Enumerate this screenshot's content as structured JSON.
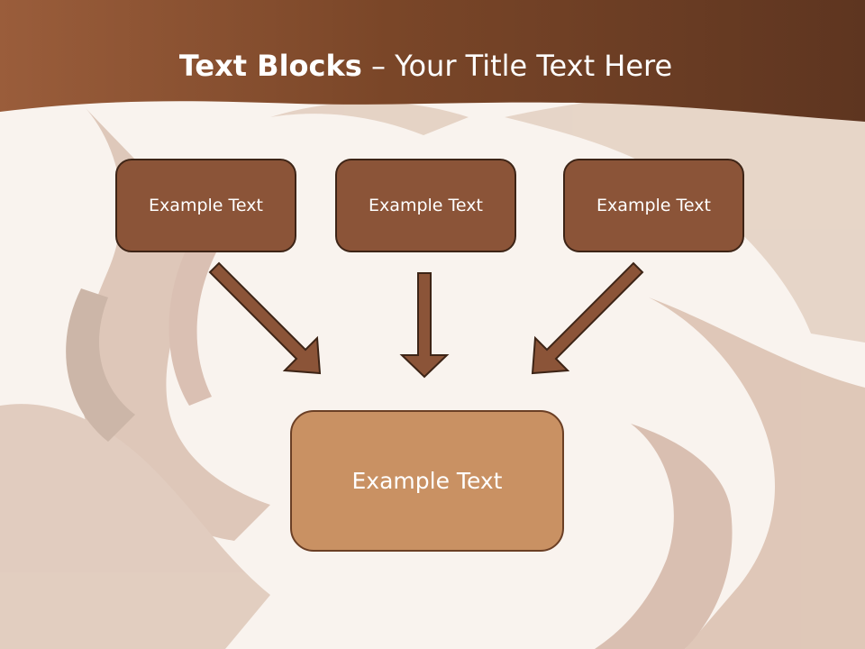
{
  "slide": {
    "title_bold": "Text Blocks",
    "title_dash": " – ",
    "title_rest": "Your Title Text Here"
  },
  "blocks": [
    {
      "label": "Example Text"
    },
    {
      "label": "Example Text"
    },
    {
      "label": "Example Text"
    }
  ],
  "target": {
    "label": "Example Text"
  },
  "colors": {
    "header": "#8a5232",
    "block_fill": "#8b5438",
    "target_fill": "#c99163",
    "arrow": "#8b5438",
    "outline": "#3d2416"
  }
}
